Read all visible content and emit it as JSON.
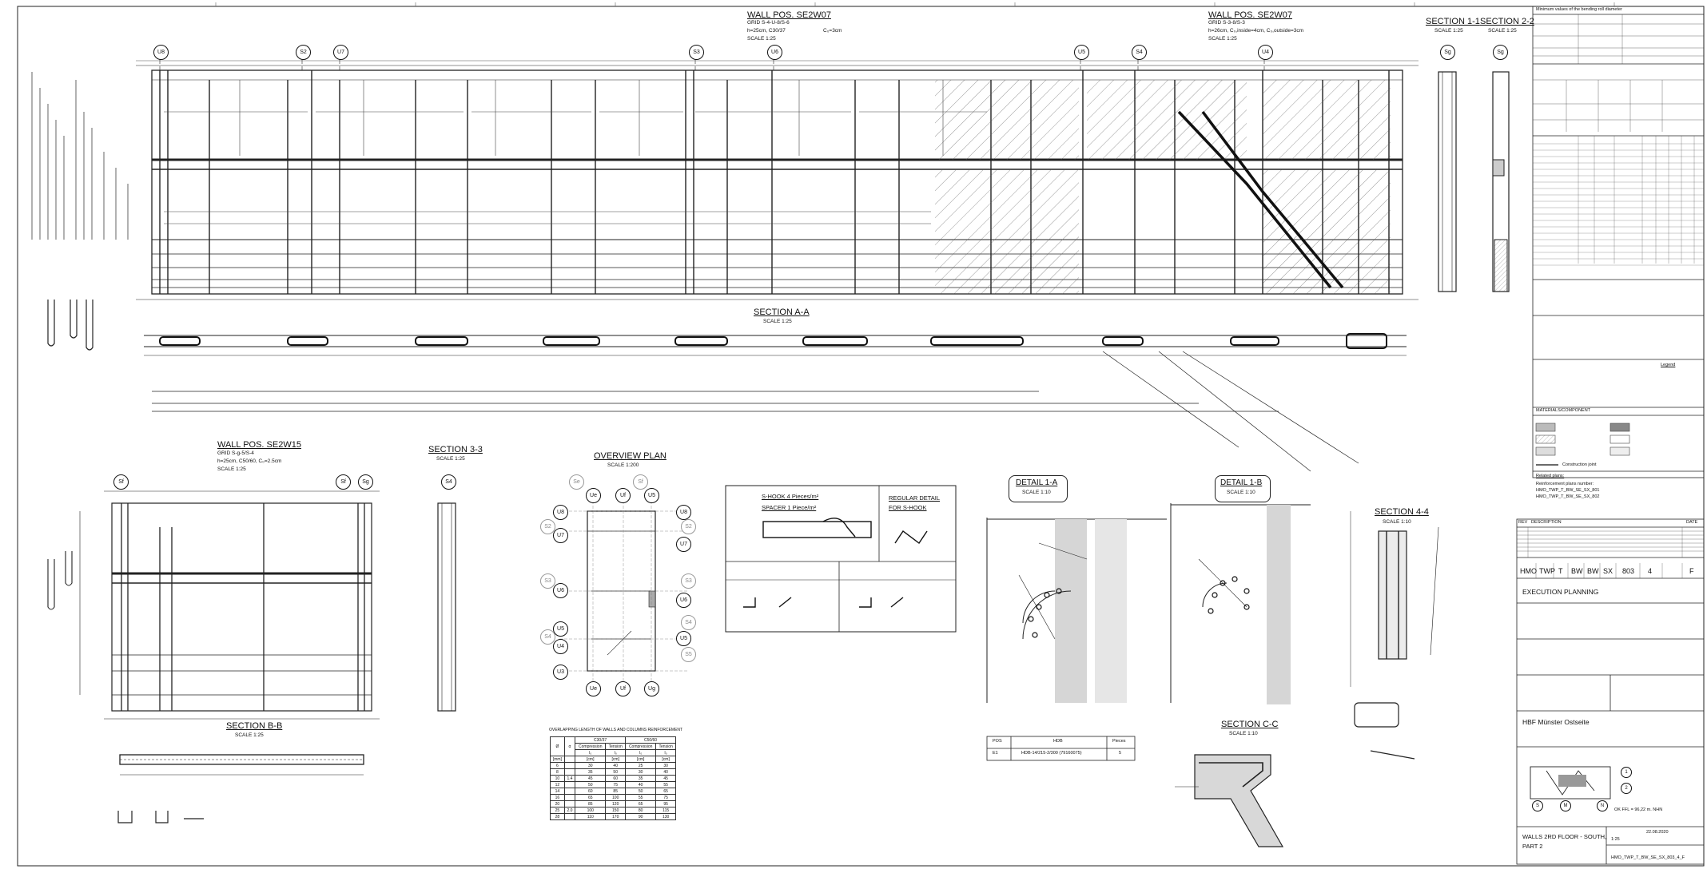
{
  "walls": {
    "w07_left": {
      "title": "WALL POS. SE2W07",
      "grid": "GRID S-4-U-8/S-6",
      "spec": "h=25cm, C30/37",
      "cover": "C₀=3cm",
      "scale": "SCALE 1:25"
    },
    "w07_right": {
      "title": "WALL POS. SE2W07",
      "grid": "GRID S-3-8/S-3",
      "spec": "h=26cm, C₀,inside=4cm, C₀,outside=3cm",
      "scale": "SCALE 1:25"
    },
    "w15": {
      "title": "WALL POS. SE2W15",
      "grid": "GRID S-g-5/S-4",
      "spec": "h=25cm, C50/60, C₀=2.5cm",
      "scale": "SCALE 1:25"
    }
  },
  "sections": {
    "s11": {
      "title": "SECTION 1-1",
      "scale": "SCALE 1:25"
    },
    "s22": {
      "title": "SECTION 2-2",
      "scale": "SCALE 1:25"
    },
    "saa": {
      "title": "SECTION A-A",
      "scale": "SCALE 1:25"
    },
    "s33": {
      "title": "SECTION 3-3",
      "scale": "SCALE 1:25"
    },
    "sbb": {
      "title": "SECTION B-B",
      "scale": "SCALE 1:25"
    },
    "s44": {
      "title": "SECTION 4-4",
      "scale": "SCALE 1:10"
    },
    "scc": {
      "title": "SECTION C-C",
      "scale": "SCALE 1:10"
    },
    "overview": {
      "title": "OVERVIEW PLAN",
      "scale": "SCALE 1:200"
    },
    "d1a": {
      "title": "DETAIL 1-A",
      "scale": "SCALE 1:10"
    },
    "d1b": {
      "title": "DETAIL 1-B",
      "scale": "SCALE 1:10"
    }
  },
  "top_bubbles": [
    "U8",
    "S2",
    "U7",
    "S3",
    "U6",
    "U5",
    "S4",
    "U4",
    "Sg",
    "Sg"
  ],
  "w15_bubbles": [
    "Sf",
    "Sf",
    "Sg"
  ],
  "s33_bubble": "S4",
  "overview_bubbles": {
    "top": [
      "Se",
      "Uf",
      "Sf"
    ],
    "top2": [
      "Ue",
      "U5"
    ],
    "left": [
      "U8",
      "U7",
      "U6",
      "U5",
      "U4",
      "U3"
    ],
    "right": [
      "S2",
      "S3",
      "S4",
      "S5"
    ],
    "bottom": [
      "Ue",
      "Uf",
      "Ug"
    ]
  },
  "shook": {
    "title": "S-HOOK 4 Pieces/m²",
    "spacer": "SPACER 1 Piece/m²",
    "regular": "REGULAR DETAIL",
    "regular2": "FOR S-HOOK"
  },
  "pos_table": {
    "headers": [
      "POS",
      "HDB",
      "Pieces"
    ],
    "rows": [
      [
        "E1",
        "HDB-14/215-2/300 (79160075)",
        "5"
      ]
    ]
  },
  "overlap_table": {
    "title": "OVERLAPPING LENGTH OF WALLS AND COLUMNS REINFORCEMENT",
    "groups": [
      "C30/37",
      "C50/60"
    ],
    "subheads": [
      "Compression",
      "Tension",
      "Compression",
      "Tension"
    ],
    "rows": [
      [
        "[mm]",
        "",
        "[cm]",
        "[cm]",
        "[cm]",
        "[cm]"
      ],
      [
        "6",
        "",
        "30",
        "40",
        "25",
        "30"
      ],
      [
        "8",
        "",
        "35",
        "50",
        "30",
        "40"
      ],
      [
        "10",
        "1.4",
        "45",
        "60",
        "35",
        "45"
      ],
      [
        "12",
        "",
        "50",
        "75",
        "40",
        "55"
      ],
      [
        "14",
        "",
        "60",
        "85",
        "50",
        "65"
      ],
      [
        "16",
        "",
        "65",
        "100",
        "55",
        "75"
      ],
      [
        "20",
        "",
        "85",
        "120",
        "65",
        "95"
      ],
      [
        "25",
        "2.0",
        "100",
        "150",
        "80",
        "115"
      ],
      [
        "28",
        "",
        "110",
        "170",
        "90",
        "130"
      ]
    ]
  },
  "notes_panel": {
    "heading": "Minimum values of the bending roll diameter",
    "legend_title": "Legend",
    "materials_title": "MATERIALS/COMPONENT",
    "construction_joint": "Construction joint",
    "related_plans": "Related plans:",
    "reinf_plans": "Reinforcement plans number:",
    "plan1": "HMO_TWP_T_BW_SE_SX_801",
    "plan2": "HMO_TWP_T_BW_SE_SX_802"
  },
  "title_block": {
    "rev_headers": [
      "REV",
      "DESCRIPTION",
      "DATE"
    ],
    "code_cells": [
      "HMO",
      "TWP",
      "T",
      "BW",
      "BW",
      "SX",
      "803",
      "4",
      "F"
    ],
    "execution": "EXECUTION PLANNING",
    "project": "HBF Münster Ostseite",
    "drawing_title": "WALLS 2RD FLOOR - SOUTH,",
    "drawing_part": "PART 2",
    "scale": "1:25",
    "date": "22.08.2020",
    "drawing_no": "HMO_TWP_T_BW_SE_SX_803_4_F",
    "level_note": "OK FFL = 96,22 m. NHN",
    "circles": [
      "S",
      "M",
      "N",
      "1",
      "2"
    ]
  }
}
